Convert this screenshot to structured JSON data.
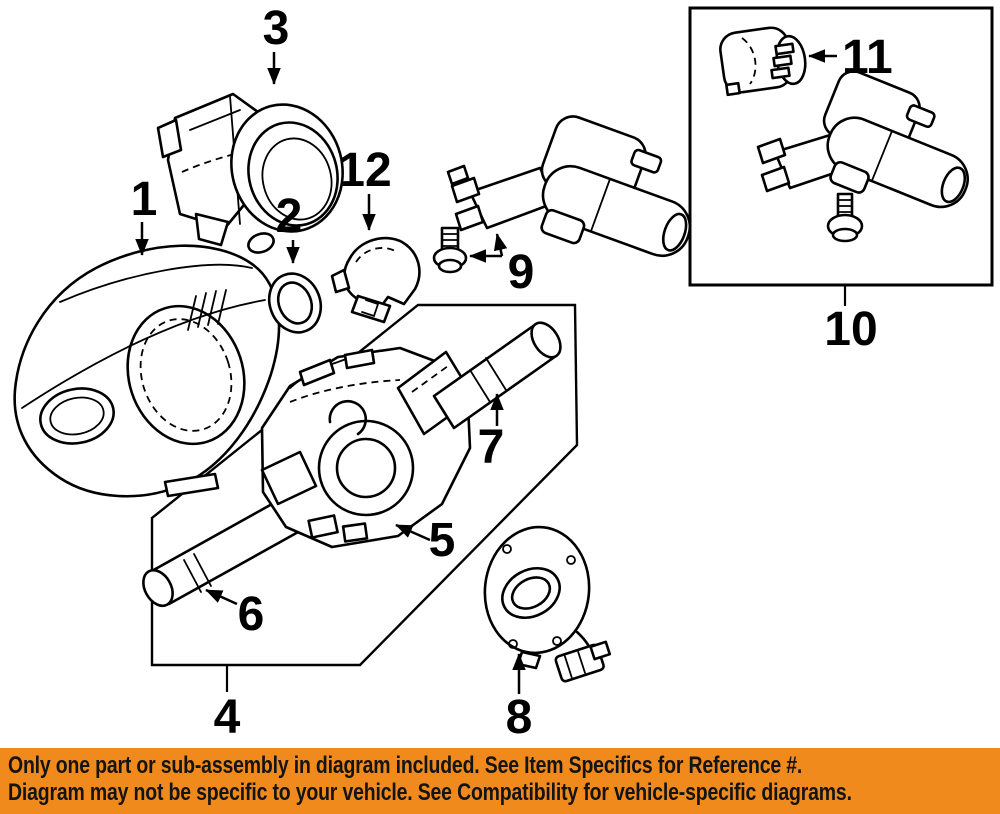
{
  "callouts": [
    "1",
    "2",
    "3",
    "4",
    "5",
    "6",
    "7",
    "8",
    "9",
    "10",
    "11",
    "12"
  ],
  "banner": {
    "line1": "Only one part or sub-assembly in diagram included. See Item Specifics for Reference #.",
    "line2": "Diagram may not be specific to your vehicle. See Compatibility for vehicle-specific diagrams.",
    "bg_color": "#F18A1D",
    "text_color": "#141414"
  },
  "diagram": {
    "line_color": "#000000",
    "background_color": "#FFFFFF"
  }
}
